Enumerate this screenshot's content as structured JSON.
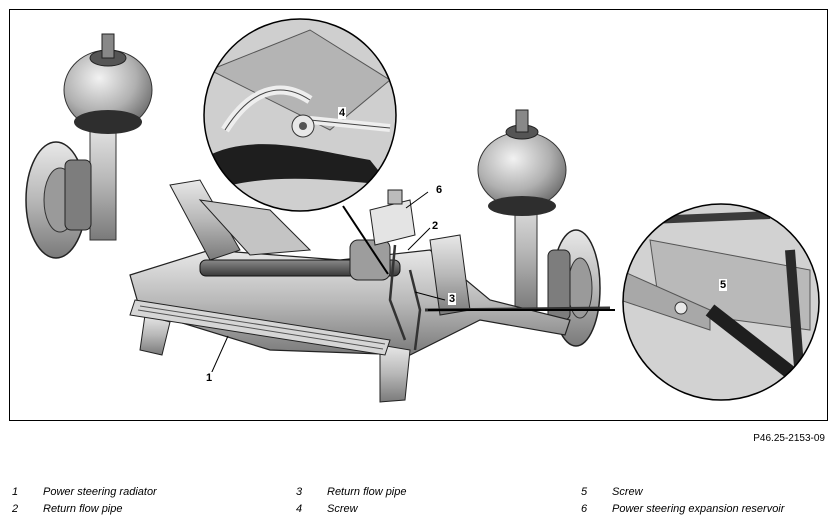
{
  "figure": {
    "callouts": [
      "1",
      "2",
      "3",
      "4",
      "5",
      "6"
    ],
    "code": "P46.25-2153-09"
  },
  "legend": [
    {
      "num": "1",
      "text": "Power steering radiator"
    },
    {
      "num": "2",
      "text": "Return flow pipe"
    },
    {
      "num": "3",
      "text": "Return flow pipe"
    },
    {
      "num": "4",
      "text": "Screw"
    },
    {
      "num": "5",
      "text": "Screw"
    },
    {
      "num": "6",
      "text": "Power steering expansion reservoir"
    }
  ]
}
